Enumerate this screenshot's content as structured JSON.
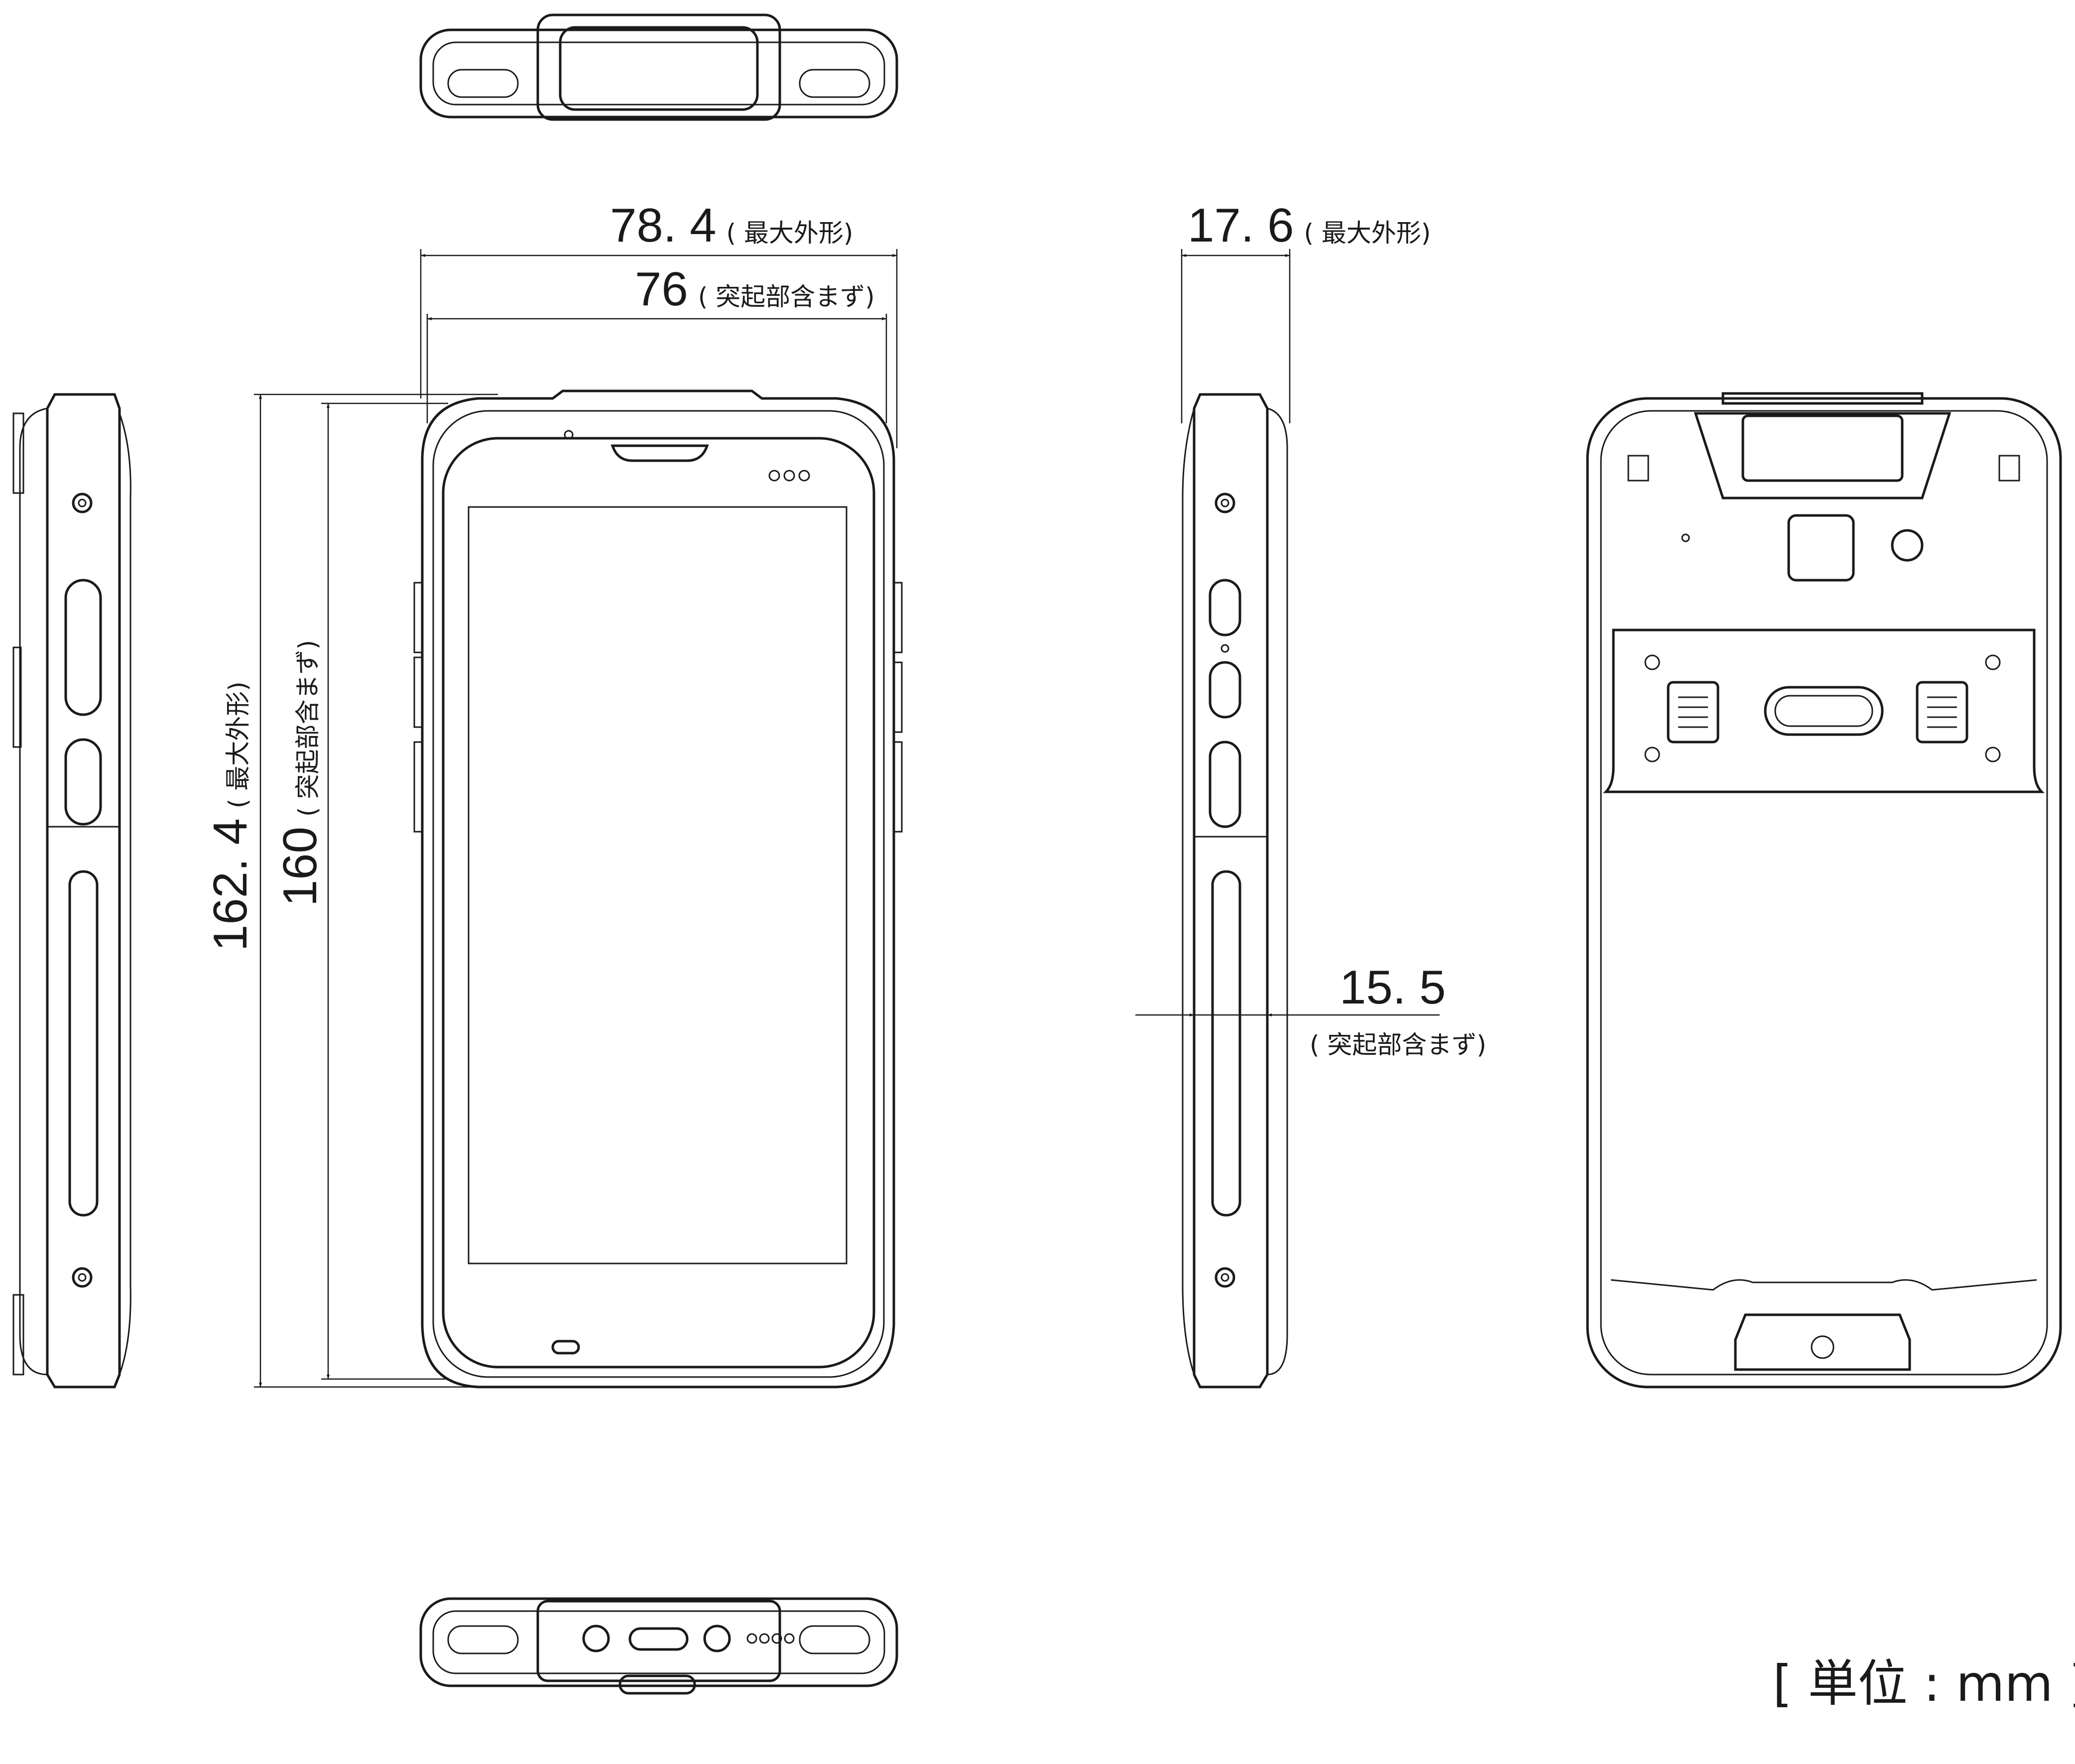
{
  "dimensions": {
    "width_max": {
      "value": "78. 4",
      "note": "( 最大外形)"
    },
    "width_body": {
      "value": "76",
      "note": "( 突起部含まず)"
    },
    "depth_max": {
      "value": "17. 6",
      "note": "( 最大外形)"
    },
    "height_max": {
      "value": "162. 4",
      "note": "( 最大外形)"
    },
    "height_body": {
      "value": "160",
      "note": "( 突起部含まず)"
    },
    "depth_body": {
      "value": "15. 5",
      "note": "( 突起部含まず)"
    }
  },
  "unit_label": "[ 単位 : mm ]"
}
